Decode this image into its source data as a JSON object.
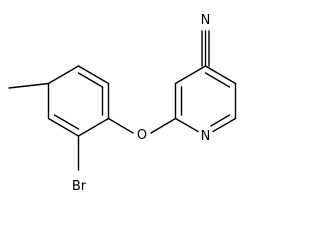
{
  "molecule": {
    "atom_labels": {
      "nitrile_n": "N",
      "pyridine_n": "N",
      "ether_o": "O",
      "bromo": "Br"
    }
  }
}
